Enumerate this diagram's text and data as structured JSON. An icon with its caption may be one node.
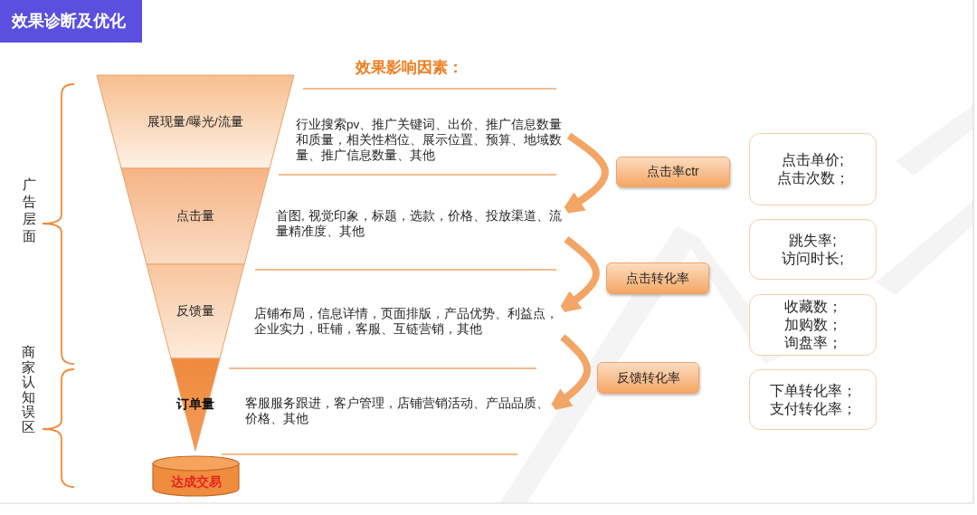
{
  "diagram": {
    "title": "效果诊断及优化",
    "nodes": [
      {
        "text": [
          "展现量/曝光/流量"
        ]
      },
      {
        "text": [
          "点击量"
        ]
      },
      {
        "text": [
          "反馈量"
        ]
      },
      {
        "text": [
          "订单量"
        ]
      },
      {
        "text": [
          "达成交易"
        ]
      },
      {
        "text": [
          "行业搜索pv、推广关键词、出价、推广信息数量和质量，相关性档位、展示位置、预算、地域数量、推广信息数量、其他"
        ]
      },
      {
        "text": [
          "首图, 视觉印象，标题，选款，价格、投放渠道、流量精准度、其他"
        ]
      },
      {
        "text": [
          "店铺布局，信息详情，页面排版，产品优势、利益点，企业实力，旺铺，客服、互链营销，其他"
        ]
      },
      {
        "text": [
          "客服服务跟进，客户管理，店铺营销活动、产品品质、价格、其他"
        ]
      },
      {
        "text": [
          "点击率ctr"
        ]
      },
      {
        "text": [
          "点击转化率"
        ]
      },
      {
        "text": [
          "反馈转化率"
        ]
      },
      {
        "text": [
          "点击单价;",
          "点击次数；"
        ]
      },
      {
        "text": [
          "跳失率;",
          "访问时长;"
        ]
      },
      {
        "text": [
          "收藏数；",
          "加购数；",
          "询盘率；"
        ]
      },
      {
        "text": [
          "下单转化率；",
          "支付转化率；"
        ]
      }
    ],
    "edges": [
      {
        "from": 5,
        "to": 6,
        "arrow": "to"
      },
      {
        "from": 6,
        "to": 7,
        "arrow": "to"
      },
      {
        "from": 7,
        "to": 8,
        "arrow": "to"
      }
    ],
    "labels": [
      "效果影响因素：",
      "广告层面",
      "商家认知误区"
    ]
  }
}
